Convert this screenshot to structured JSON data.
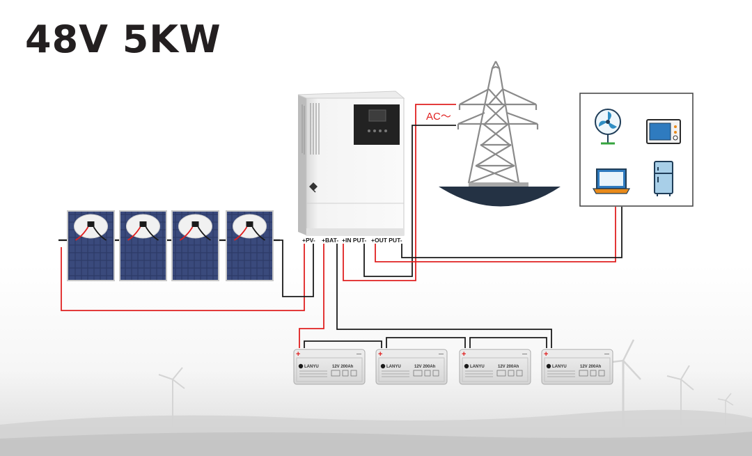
{
  "title": "48V 5KW",
  "ports": {
    "pv": "+PV-",
    "bat": "+BAT-",
    "input": "+IN PUT-",
    "output": "+OUT PUT-"
  },
  "grid_label": "AC～",
  "battery": {
    "brand": "LANYU",
    "spec": "12V 200Ah",
    "positive": "+",
    "negative": "—"
  },
  "panel_count": 4,
  "battery_count": 4,
  "loads": [
    "fan-icon",
    "microwave-icon",
    "laptop-icon",
    "fridge-icon"
  ],
  "colors": {
    "title": "#231f20",
    "positive_wire": "#e02020",
    "negative_wire": "#1a1a1a",
    "pv_cell": "#2c3a66",
    "ground": "#243244",
    "inverter_display": "#222222",
    "laptop_screen": "#2f7bbf",
    "microwave_accent": "#e88a1a",
    "fridge": "#a8cfe8"
  }
}
